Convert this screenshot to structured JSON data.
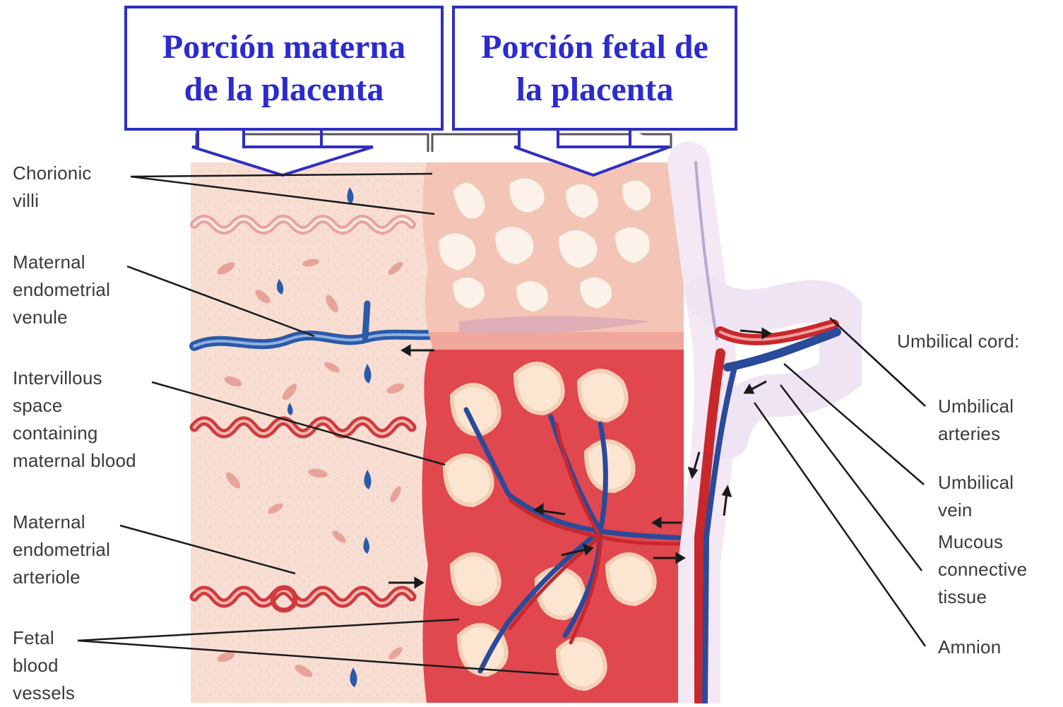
{
  "callouts": {
    "maternal": {
      "line1": "Porción materna",
      "line2": "de la placenta"
    },
    "fetal": {
      "line1": "Porción fetal de",
      "line2": "la placenta"
    }
  },
  "labels_left": {
    "chorionic_villi": [
      "Chorionic",
      "villi"
    ],
    "maternal_venule": [
      "Maternal",
      "endometrial",
      "venule"
    ],
    "intervillous_space": [
      "Intervillous",
      "space",
      "containing",
      "maternal blood"
    ],
    "maternal_arteriole": [
      "Maternal",
      "endometrial",
      "arteriole"
    ],
    "fetal_vessels": [
      "Fetal",
      "blood",
      "vessels"
    ]
  },
  "labels_right": {
    "umbilical_cord": [
      "Umbilical cord:"
    ],
    "umbilical_arteries": [
      "Umbilical",
      "arteries"
    ],
    "umbilical_vein": [
      "Umbilical",
      "vein"
    ],
    "mucous_tissue": [
      "Mucous",
      "connective",
      "tissue"
    ],
    "amnion": [
      "Amnion"
    ]
  },
  "colors": {
    "callout_border": "#2f2fc0",
    "callout_text": "#2b2bd0",
    "maternal_tissue": "#f6d8cc",
    "fetal_tissue": "#e86a6a",
    "vein_blue": "#2a5aa8",
    "artery_red": "#c8282c"
  }
}
